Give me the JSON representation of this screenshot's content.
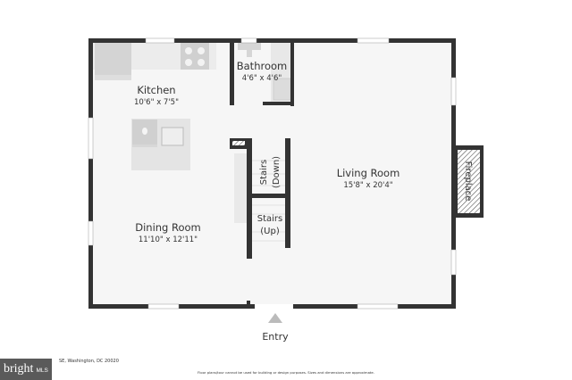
{
  "rooms": {
    "kitchen": {
      "name": "Kitchen",
      "dims": "10'6\" x 7'5\""
    },
    "bathroom": {
      "name": "Bathroom",
      "dims": "4'6\" x 4'6\""
    },
    "living": {
      "name": "Living Room",
      "dims": "15'8\" x 20'4\""
    },
    "dining": {
      "name": "Dining Room",
      "dims": "11'10\" x 12'11\""
    },
    "stairs_down": {
      "line1": "Stairs",
      "line2": "(Down)"
    },
    "stairs_up": {
      "line1": "Stairs",
      "line2": "(Up)"
    },
    "fireplace": "Fireplace",
    "entry": "Entry"
  },
  "footer": {
    "address": "SE, Washington, DC 20020",
    "disclaimer": "Floor plans/tour cannot be used for building or design purposes. Sizes and dimensions are approximate.",
    "logo": {
      "text": "bright",
      "suffix": "MLS"
    }
  },
  "colors": {
    "wall": "#333333",
    "floor": "#f6f6f6",
    "fixture": "#d9d9d9"
  }
}
